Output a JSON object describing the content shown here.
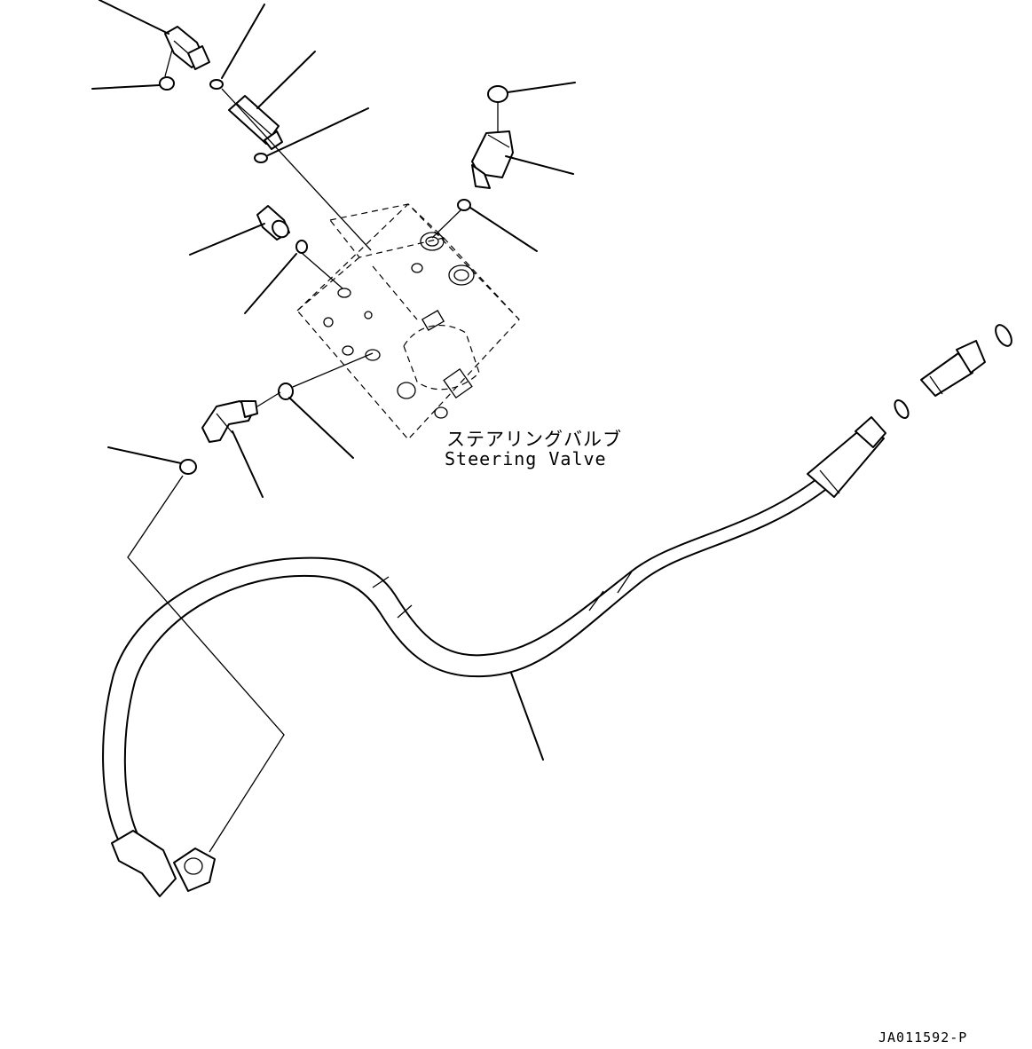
{
  "diagram": {
    "component_label_jp": "ステアリングバルブ",
    "component_label_en": "Steering Valve",
    "drawing_number": "JA011592-P"
  }
}
